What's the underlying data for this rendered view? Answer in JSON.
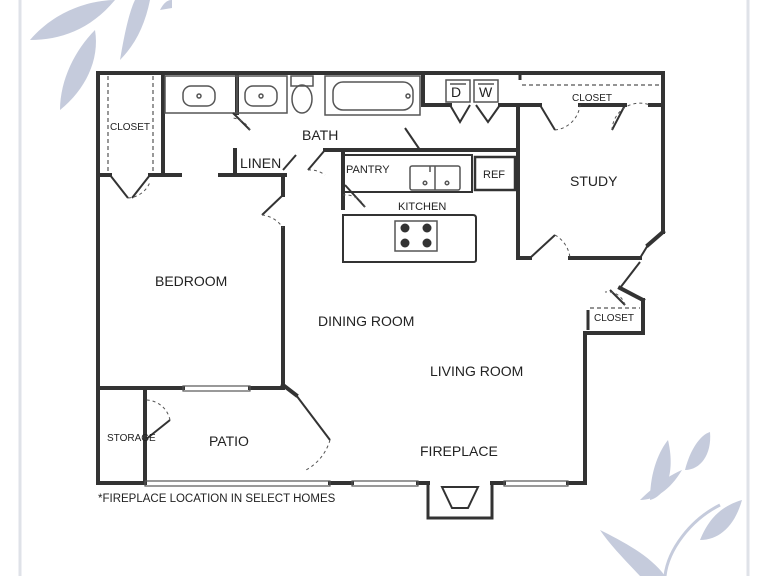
{
  "colors": {
    "wall": "#333333",
    "fixture": "#555555",
    "leaf": "#c5cbdc",
    "frame": "#dfe2e8"
  },
  "rooms": {
    "closet_left": "CLOSET",
    "bath": "BATH",
    "linen": "LINEN",
    "pantry": "PANTRY",
    "ref": "REF",
    "kitchen": "KITCHEN",
    "closet_study": "CLOSET",
    "study": "STUDY",
    "bedroom": "BEDROOM",
    "dining_room": "DINING ROOM",
    "living_room": "LIVING ROOM",
    "closet_living": "CLOSET",
    "storage": "STORAGE",
    "patio": "PATIO",
    "fireplace": "FIREPLACE"
  },
  "appliances": {
    "dryer": "D",
    "washer": "W"
  },
  "note": "*FIREPLACE LOCATION IN SELECT HOMES",
  "icons": [
    "leaf-decoration",
    "sink",
    "toilet",
    "bathtub",
    "stove-burner",
    "door-swing",
    "window"
  ]
}
